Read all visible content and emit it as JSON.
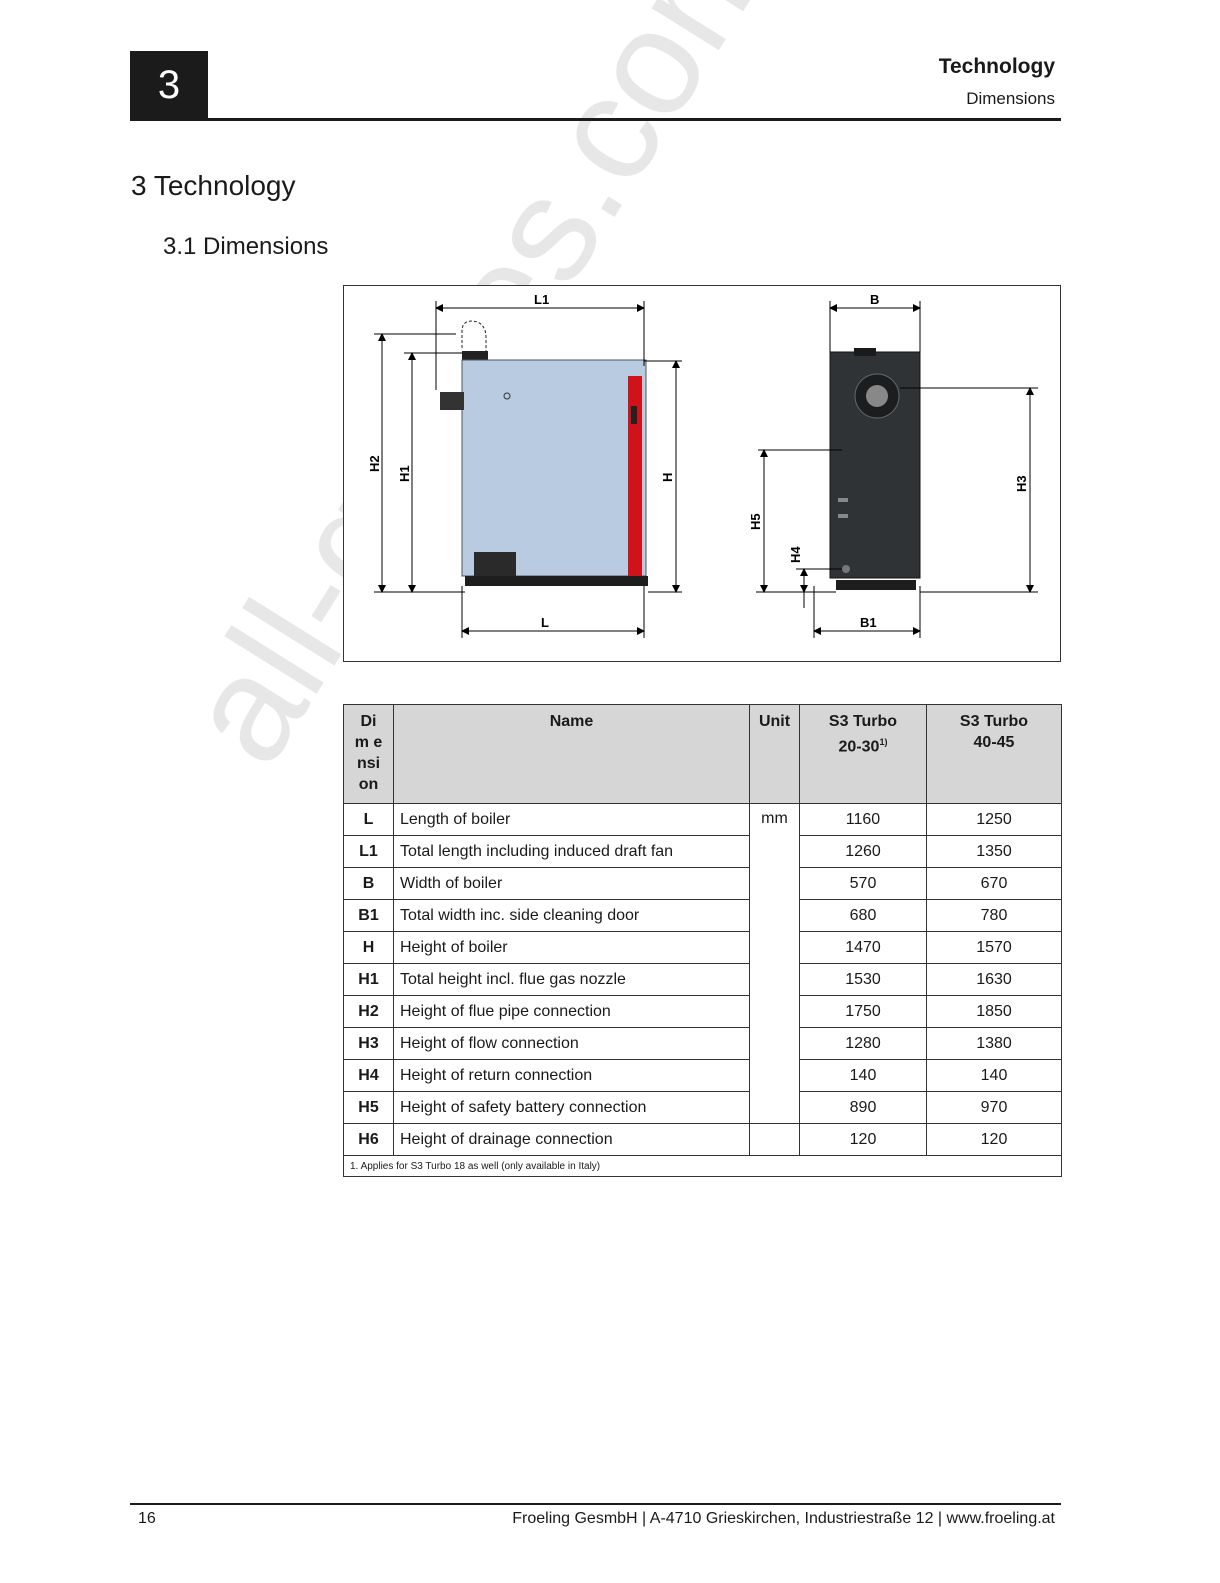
{
  "header": {
    "chapter_number": "3",
    "title": "Technology",
    "subtitle": "Dimensions"
  },
  "headings": {
    "h1": "3 Technology",
    "h2": "3.1 Dimensions"
  },
  "figure": {
    "labels": {
      "L1": "L1",
      "L": "L",
      "H": "H",
      "H1": "H1",
      "H2": "H2",
      "B": "B",
      "B1": "B1",
      "H3": "H3",
      "H4": "H4",
      "H5": "H5"
    },
    "colors": {
      "boiler_side": "#b8cbe0",
      "door_red": "#d0121b",
      "boiler_front": "#2f3336"
    }
  },
  "table": {
    "headers": {
      "dimension": "Dim ensi on",
      "name": "Name",
      "unit": "Unit",
      "model_a": "S3 Turbo 20-30",
      "model_a_sup": "1)",
      "model_b": "S3 Turbo 40-45"
    },
    "unit_mm": "mm",
    "rows": [
      {
        "code": "L",
        "name": "Length of boiler",
        "a": "1160",
        "b": "1250"
      },
      {
        "code": "L1",
        "name": "Total length including induced draft fan",
        "a": "1260",
        "b": "1350"
      },
      {
        "code": "B",
        "name": "Width of boiler",
        "a": "570",
        "b": "670"
      },
      {
        "code": "B1",
        "name": "Total width inc. side cleaning door",
        "a": "680",
        "b": "780"
      },
      {
        "code": "H",
        "name": "Height of boiler",
        "a": "1470",
        "b": "1570"
      },
      {
        "code": "H1",
        "name": "Total height incl. flue gas nozzle",
        "a": "1530",
        "b": "1630"
      },
      {
        "code": "H2",
        "name": "Height of flue pipe connection",
        "a": "1750",
        "b": "1850"
      },
      {
        "code": "H3",
        "name": "Height of flow connection",
        "a": "1280",
        "b": "1380"
      },
      {
        "code": "H4",
        "name": "Height of return connection",
        "a": "140",
        "b": "140"
      },
      {
        "code": "H5",
        "name": "Height of safety battery connection",
        "a": "890",
        "b": "970"
      },
      {
        "code": "H6",
        "name": "Height of drainage connection",
        "a": "120",
        "b": "120"
      }
    ],
    "footnote": "1. Applies for S3 Turbo 18 as well (only available in Italy)"
  },
  "watermark": "all-guides.com",
  "footer": {
    "page_number": "16",
    "company": "Froeling GesmbH | A-4710 Grieskirchen, Industriestraße 12 | www.froeling.at"
  }
}
